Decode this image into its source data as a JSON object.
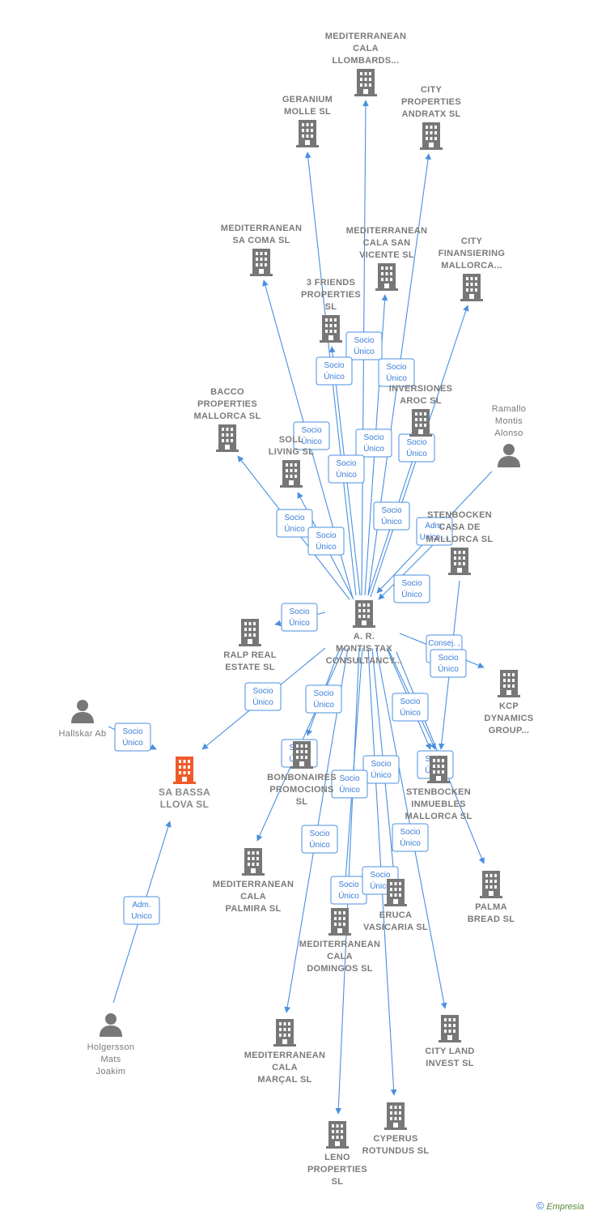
{
  "colors": {
    "edge": "#4a8fe0",
    "company": "#777777",
    "focus": "#f05a2a",
    "person": "#777777"
  },
  "nodes": [
    {
      "id": "mediterranean_llombards",
      "kind": "company",
      "label": [
        "MEDITERRANEAN",
        "CALA",
        "LLOMBARDS..."
      ]
    },
    {
      "id": "geranium",
      "kind": "company",
      "label": [
        "GERANIUM",
        "MOLLE  SL"
      ]
    },
    {
      "id": "city_andratx",
      "kind": "company",
      "label": [
        "CITY",
        "PROPERTIES",
        "ANDRATX  SL"
      ]
    },
    {
      "id": "mediterranean_sacoma",
      "kind": "company",
      "label": [
        "MEDITERRANEAN",
        "SA COMA  SL"
      ]
    },
    {
      "id": "mediterranean_sanvicente",
      "kind": "company",
      "label": [
        "MEDITERRANEAN",
        "CALA SAN",
        "VICENTE  SL"
      ]
    },
    {
      "id": "city_finansiering",
      "kind": "company",
      "label": [
        "CITY",
        "FINANSIERING",
        "MALLORCA..."
      ]
    },
    {
      "id": "three_friends",
      "kind": "company",
      "label": [
        "3 FRIENDS",
        "PROPERTIES",
        "SL"
      ]
    },
    {
      "id": "inversiones_aroc",
      "kind": "company",
      "label": [
        "INVERSIONES",
        "AROC  SL"
      ]
    },
    {
      "id": "bacco",
      "kind": "company",
      "label": [
        "BACCO",
        "PROPERTIES",
        "MALLORCA  SL"
      ]
    },
    {
      "id": "soll_living",
      "kind": "company",
      "label": [
        "SOLL",
        "LIVING  SL"
      ]
    },
    {
      "id": "ramallo",
      "kind": "person",
      "label": [
        "Ramallo",
        "Montis",
        "Alonso"
      ]
    },
    {
      "id": "stenbocken_casa",
      "kind": "company",
      "label": [
        "STENBOCKEN",
        "CASA DE",
        "MALLORCA  SL"
      ]
    },
    {
      "id": "ar_montis",
      "kind": "company",
      "label": [
        "A.  R.",
        "MONTIS TAX",
        "CONSULTANCY..."
      ]
    },
    {
      "id": "ralp",
      "kind": "company",
      "label": [
        "RALP REAL",
        "ESTATE  SL"
      ]
    },
    {
      "id": "kcp",
      "kind": "company",
      "label": [
        "KCP",
        "DYNAMICS",
        "GROUP..."
      ]
    },
    {
      "id": "hallskar",
      "kind": "person",
      "label": [
        "Hallskar Ab"
      ]
    },
    {
      "id": "sa_bassa",
      "kind": "focus",
      "label": [
        "SA BASSA",
        "LLOVA  SL"
      ]
    },
    {
      "id": "bonbonaires",
      "kind": "company",
      "label": [
        "BONBONAIRES",
        "PROMOCIONS",
        "SL"
      ]
    },
    {
      "id": "stenbocken_inmuebles",
      "kind": "company",
      "label": [
        "STENBOCKEN",
        "INMUEBLES",
        "MALLORCA  SL"
      ]
    },
    {
      "id": "mediterranean_palmira",
      "kind": "company",
      "label": [
        "MEDITERRANEAN",
        "CALA",
        "PALMIRA  SL"
      ]
    },
    {
      "id": "eruca",
      "kind": "company",
      "label": [
        "ERUCA",
        "VASICARIA  SL"
      ]
    },
    {
      "id": "palma_bread",
      "kind": "company",
      "label": [
        "PALMA",
        "BREAD  SL"
      ]
    },
    {
      "id": "mediterranean_domingos",
      "kind": "company",
      "label": [
        "MEDITERRANEAN",
        "CALA",
        "DOMINGOS  SL"
      ]
    },
    {
      "id": "holgersson",
      "kind": "person",
      "label": [
        "Holgersson",
        "Mats",
        "Joakim"
      ]
    },
    {
      "id": "city_land",
      "kind": "company",
      "label": [
        "CITY LAND",
        "INVEST  SL"
      ]
    },
    {
      "id": "mediterranean_marcal",
      "kind": "company",
      "label": [
        "MEDITERRANEAN",
        "CALA",
        "MARÇAL  SL"
      ]
    },
    {
      "id": "cyperus",
      "kind": "company",
      "label": [
        "CYPERUS",
        "ROTUNDUS  SL"
      ]
    },
    {
      "id": "leno",
      "kind": "company",
      "label": [
        "LENO",
        "PROPERTIES",
        "SL"
      ]
    }
  ],
  "edge_labels": [
    {
      "id": "e_llombards",
      "lines": [
        "Socio",
        "Único"
      ]
    },
    {
      "id": "e_geranium",
      "lines": [
        "Socio",
        "Único"
      ]
    },
    {
      "id": "e_andratx",
      "lines": [
        "Socio",
        "Único"
      ]
    },
    {
      "id": "e_sacoma",
      "lines": [
        "Socio",
        "Único"
      ]
    },
    {
      "id": "e_sanvicente",
      "lines": [
        "Socio",
        "Único"
      ]
    },
    {
      "id": "e_finansiering",
      "lines": [
        "Socio",
        "Único"
      ]
    },
    {
      "id": "e_threefriends",
      "lines": [
        "Socio",
        "Único"
      ]
    },
    {
      "id": "e_aroc",
      "lines": [
        "Socio",
        "Único"
      ]
    },
    {
      "id": "e_bacco",
      "lines": [
        "Socio",
        "Único"
      ]
    },
    {
      "id": "e_soll",
      "lines": [
        "Socio",
        "Único"
      ]
    },
    {
      "id": "e_ramallo",
      "lines": [
        "Adm.",
        "Unico,..."
      ]
    },
    {
      "id": "e_stenbocken_casa",
      "lines": [
        "Socio",
        "Único"
      ]
    },
    {
      "id": "e_ralp",
      "lines": [
        "Socio",
        "Único"
      ]
    },
    {
      "id": "e_kcp_consej",
      "lines": [
        "Consej. ,",
        "S..."
      ]
    },
    {
      "id": "e_kcp",
      "lines": [
        "Socio",
        "Único"
      ]
    },
    {
      "id": "e_sabassa",
      "lines": [
        "Socio",
        "Único"
      ]
    },
    {
      "id": "e_hallskar",
      "lines": [
        "Socio",
        "Único"
      ]
    },
    {
      "id": "e_bonbonaires",
      "lines": [
        "Socio",
        "Único"
      ]
    },
    {
      "id": "e_inmuebles",
      "lines": [
        "Socio",
        "Único"
      ]
    },
    {
      "id": "e_inmuebles2",
      "lines": [
        "Socio",
        "Único"
      ]
    },
    {
      "id": "e_palmira",
      "lines": [
        "Socio",
        "Único"
      ]
    },
    {
      "id": "e_eruca",
      "lines": [
        "Socio",
        "Único"
      ]
    },
    {
      "id": "e_palma",
      "lines": [
        "Socio",
        "Único"
      ]
    },
    {
      "id": "e_domingos",
      "lines": [
        "Socio",
        "Único"
      ]
    },
    {
      "id": "e_marcal",
      "lines": [
        "Socio",
        "Único"
      ]
    },
    {
      "id": "e_leno",
      "lines": [
        "Socio",
        "Único"
      ]
    },
    {
      "id": "e_cyperus",
      "lines": [
        "Socio",
        "Único"
      ]
    },
    {
      "id": "e_holgersson",
      "lines": [
        "Adm.",
        "Unico"
      ]
    }
  ],
  "brand": {
    "symbol": "©",
    "name": "Empresia"
  }
}
